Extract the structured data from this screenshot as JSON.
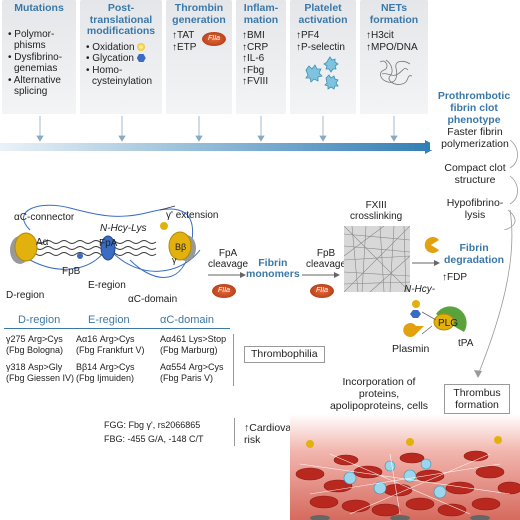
{
  "columns": [
    {
      "title": "Mutations",
      "items": [
        "• Polymor-",
        "  phisms",
        "• Dysfibrino-",
        "  genemias",
        "• Alternative",
        "  splicing"
      ]
    },
    {
      "title": "Post-\ntranslational\nmodifications",
      "items": [
        "• Oxidation",
        "• Glycation",
        "• Homo-",
        "  cysteinylation"
      ]
    },
    {
      "title": "Thrombin\ngeneration",
      "items": [
        "↑TAT",
        "↑ETP"
      ],
      "badge": "FIIa"
    },
    {
      "title": "Inflam-\nmation",
      "items": [
        "↑BMI",
        "↑CRP",
        "↑IL-6",
        "↑Fbg",
        "↑FVIII"
      ]
    },
    {
      "title": "Platelet\nactivation",
      "items": [
        "↑PF4",
        "↑P-selectin"
      ]
    },
    {
      "title": "NETs\nformation",
      "items": [
        "↑H3cit",
        "↑MPO/DNA"
      ]
    }
  ],
  "phenotype": {
    "title": "Prothrombotic\nfibrin clot\nphenotype",
    "items": [
      "Faster fibrin\npolymerization",
      "Compact clot\nstructure",
      "Hypofibrino-\nlysis"
    ]
  },
  "fibrinogen": {
    "ac_connector": "αC-connector",
    "a_alpha": "Aα",
    "n_hcy_lys": "N-Hcy-Lys",
    "gamma_ext": "γ' extension",
    "fpa": "FpA",
    "fpb": "FpB",
    "b_beta": "Bβ",
    "gamma": "γ",
    "d_region": "D-region",
    "e_region": "E-region",
    "ac_domain": "αC-domain"
  },
  "steps": {
    "fpa_cleavage": "FpA\ncleavage",
    "fibrin_monomers": "Fibrin\nmonomers",
    "fpb_cleavage": "FpB\ncleavage",
    "fxiii": "FXIII\ncrosslinking",
    "fibrin_degradation": "Fibrin\ndegradation",
    "fdp": "↑FDP",
    "n_hcy": "N-Hcy-",
    "plg": "PLG",
    "tpa": "tPA",
    "plasmin": "Plasmin",
    "fiia": "FIIa"
  },
  "table": {
    "headers": [
      "D-region",
      "E-region",
      "αC-domain"
    ],
    "rows": [
      [
        "γ275 Arg>Cys\n(Fbg Bologna)",
        "Aα16 Arg>Cys\n(Fbg Frankfurt V)",
        "Aα461 Lys>Stop\n(Fbg Marburg)"
      ],
      [
        "γ318 Asp>Gly\n(Fbg Giessen IV)",
        "Bβ14 Arg>Cys\n(Fbg Ijmuiden)",
        "Aα554 Arg>Cys\n(Fbg Paris V)"
      ]
    ],
    "outcome": "Thrombophilia"
  },
  "cv": {
    "line1": "FGG: Fbg γ', rs2066865",
    "line2": "FBG: -455 G/A, -148 C/T",
    "outcome": "↑Cardiovascular\nrisk"
  },
  "incorporation": "Incorporation of\nproteins,\napolipoproteins, cells",
  "thrombus": "Thrombus\nformation",
  "colors": {
    "accent": "#3b78a8",
    "thrombin": "#c0431b",
    "gold": "#e2b10e",
    "e_region": "#3a6cc4"
  }
}
